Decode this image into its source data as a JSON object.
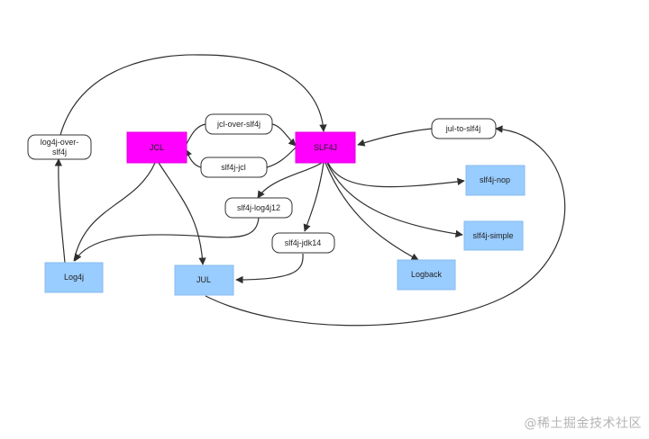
{
  "colors": {
    "pink_fill": "#ff00ff",
    "blue_fill": "#99ccff",
    "pill_fill": "#ffffff",
    "pill_stroke": "#333333",
    "edge": "#2f2f2f"
  },
  "nodes": {
    "jcl": "JCL",
    "slf4j": "SLF4J",
    "jcl_over_slf4j": "jcl-over-slf4j",
    "slf4j_jcl": "slf4j-jcl",
    "log4j_over_slf4j_line1": "log4j-over-",
    "log4j_over_slf4j_line2": "slf4j",
    "jul_to_slf4j": "jul-to-slf4j",
    "slf4j_log4j12": "slf4j-log4j12",
    "slf4j_jdk14": "slf4j-jdk14",
    "slf4j_nop": "slf4j-nop",
    "slf4j_simple": "slf4j-simple",
    "log4j": "Log4j",
    "jul": "JUL",
    "logback": "Logback"
  },
  "watermark": "@稀土掘金技术社区"
}
